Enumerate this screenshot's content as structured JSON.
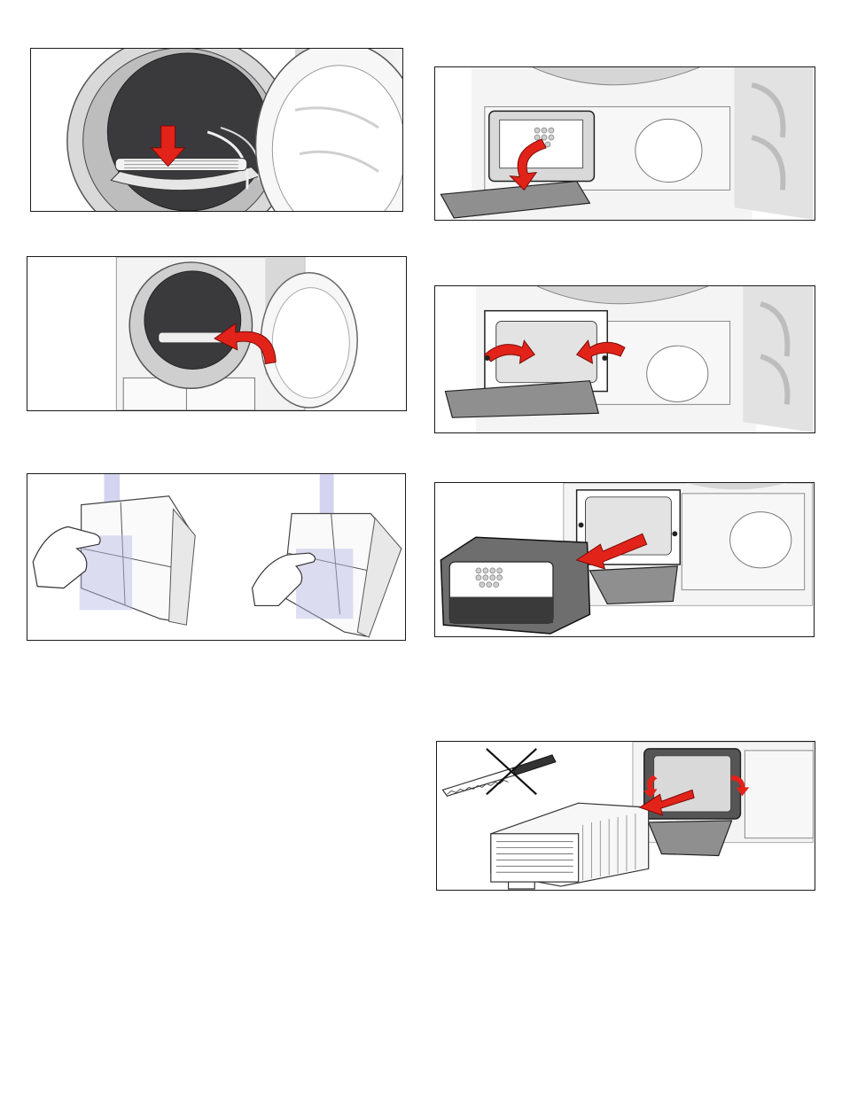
{
  "page": {
    "illustrations": [
      {
        "id": "p1",
        "name": "open-dryer-door-fluff-filter-location"
      },
      {
        "id": "p2",
        "name": "remove-fluff-filter-from-door-opening"
      },
      {
        "id": "p3",
        "name": "open-and-clean-fluff-filter-by-hand"
      },
      {
        "id": "p4",
        "name": "open-maintenance-flap"
      },
      {
        "id": "p5",
        "name": "release-filter-lever-clips"
      },
      {
        "id": "p6",
        "name": "pull-out-filter-unit"
      },
      {
        "id": "p7",
        "name": "insert-filter-unit-no-knife"
      }
    ]
  },
  "colors": {
    "arrow": "#e2231a",
    "drum": "#3a3a3c",
    "outline": "#1a1a1a",
    "flap": "#8f8f8f",
    "lint": "#b8b8e6"
  }
}
